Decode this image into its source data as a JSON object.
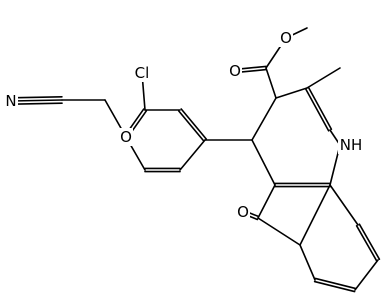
{
  "atoms": [
    {
      "id": "o_ether_me",
      "label": "O"
    },
    {
      "id": "o_carbonyl_ester",
      "label": "O"
    },
    {
      "id": "cl",
      "label": "Cl"
    },
    {
      "id": "n_nitrile",
      "label": "N"
    },
    {
      "id": "o_ether_aryl",
      "label": "O"
    },
    {
      "id": "nh",
      "label": "NH"
    },
    {
      "id": "o_ketone",
      "label": "O"
    }
  ],
  "colors": {
    "bond": "#000000",
    "label": "#000000",
    "background": "#ffffff"
  }
}
